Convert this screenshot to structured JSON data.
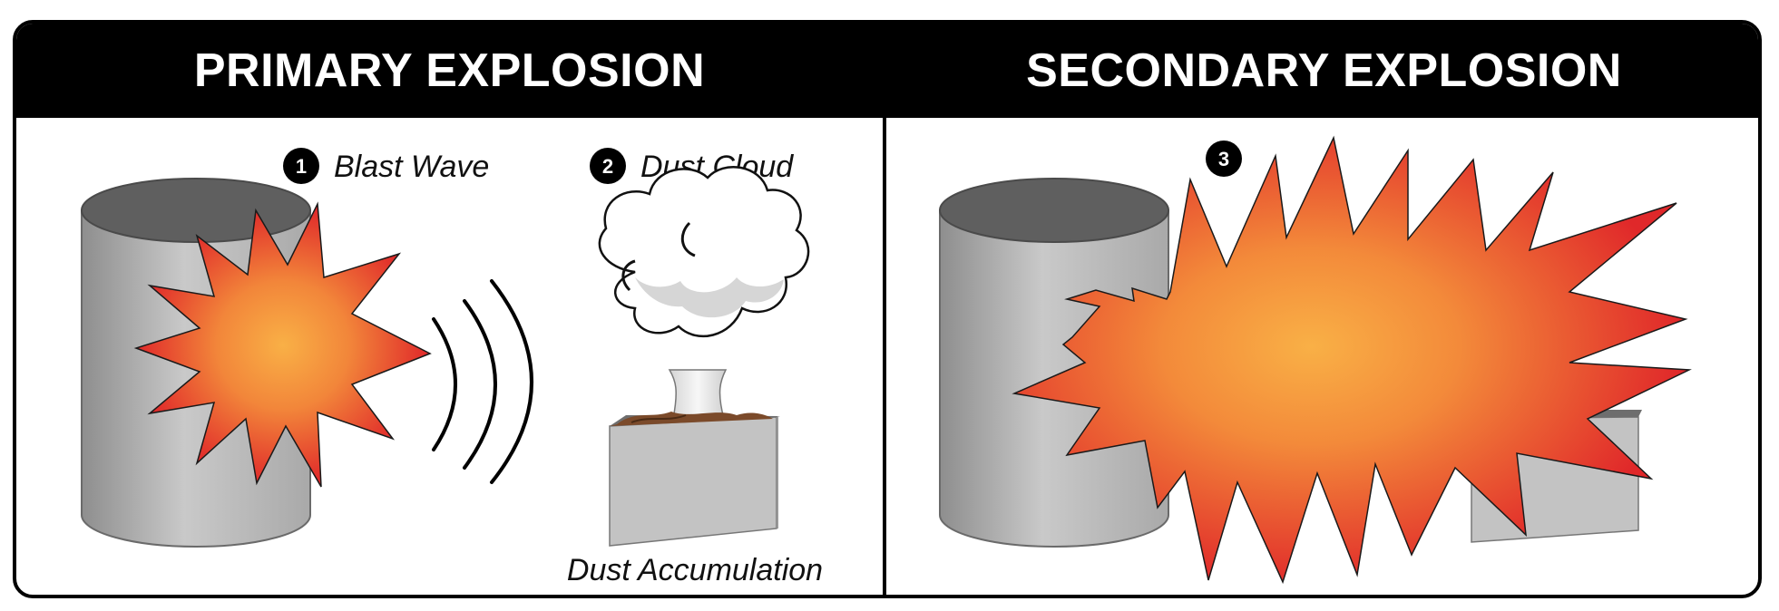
{
  "panels": {
    "primary": {
      "title": "PRIMARY EXPLOSION",
      "step1": {
        "number": "1",
        "label": "Blast Wave"
      },
      "step2": {
        "number": "2",
        "label": "Dust Cloud"
      },
      "box_label": "Dust Accumulation"
    },
    "secondary": {
      "title": "SECONDARY EXPLOSION",
      "step3": {
        "number": "3"
      }
    }
  },
  "colors": {
    "header_bg": "#000000",
    "header_text": "#ffffff",
    "explosion_core": "#f9b046",
    "explosion_edge": "#e0282a",
    "tank_gray": "#a6a6a6",
    "tank_top": "#5f5f5f"
  }
}
